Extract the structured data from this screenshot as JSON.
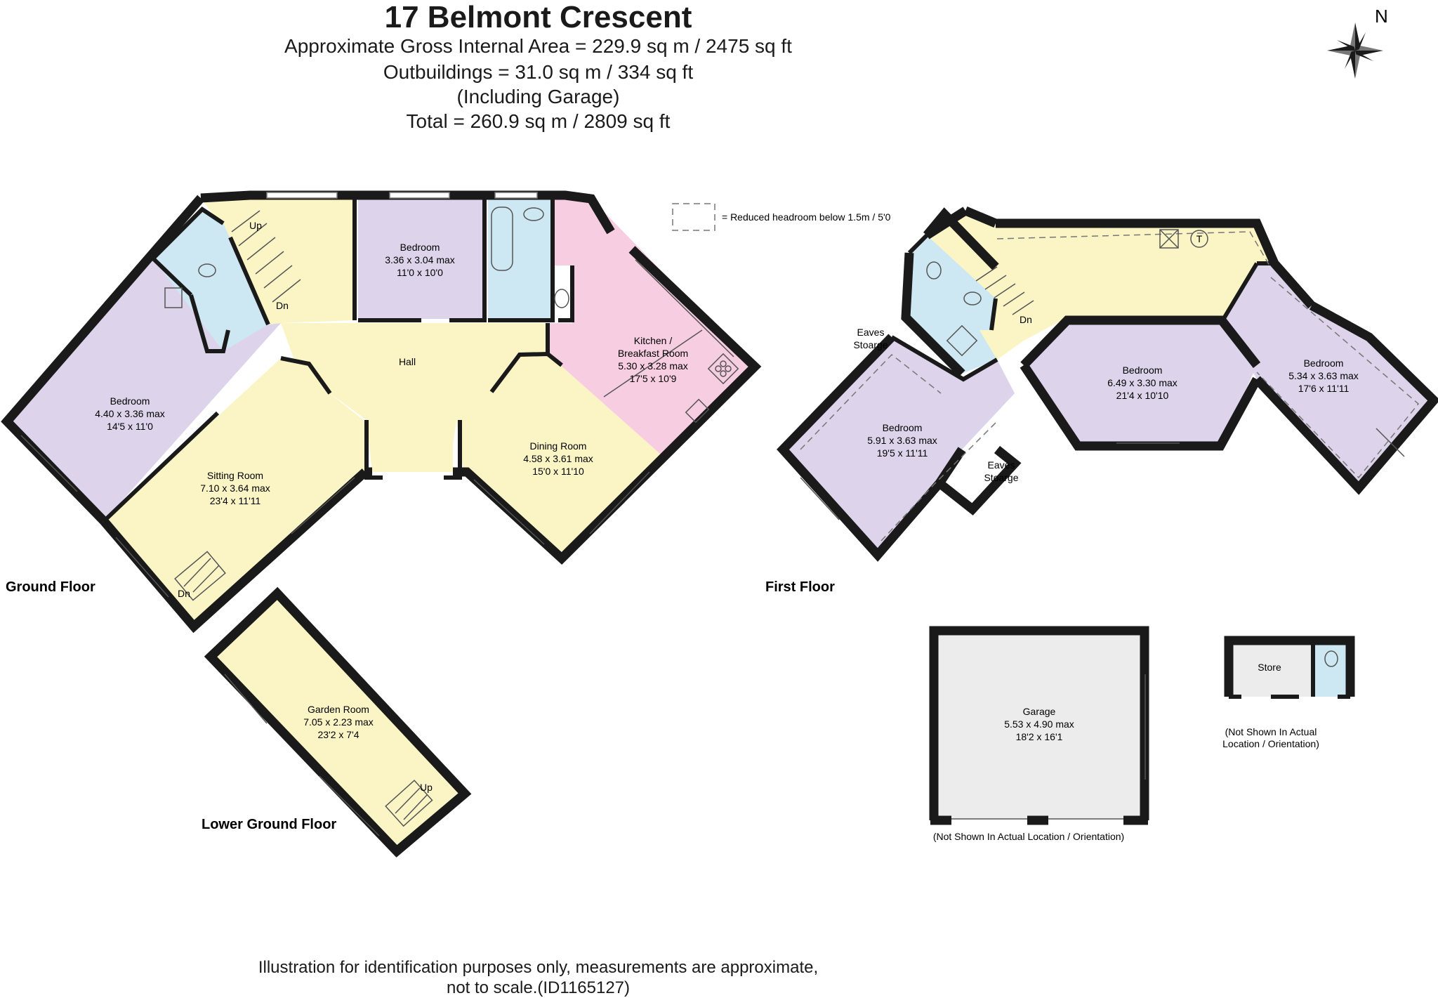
{
  "header": {
    "title": "17 Belmont Crescent",
    "line1": "Approximate Gross Internal Area = 229.9 sq m / 2475 sq ft",
    "line2": "Outbuildings = 31.0 sq m / 334 sq ft",
    "line3": "(Including Garage)",
    "line4": "Total = 260.9 sq m / 2809 sq ft"
  },
  "compass": {
    "north": "N"
  },
  "legend": {
    "text": "= Reduced headroom below 1.5m / 5'0"
  },
  "floors": {
    "ground": "Ground Floor",
    "first": "First Floor",
    "lower": "Lower Ground Floor"
  },
  "rooms": {
    "bedroom_gf_top": {
      "name": "Bedroom",
      "metric": "3.36 x 3.04 max",
      "imperial": "11'0 x 10'0"
    },
    "kitchen": {
      "name": "Kitchen /",
      "name2": "Breakfast Room",
      "metric": "5.30 x 3.28 max",
      "imperial": "17'5 x 10'9"
    },
    "hall": {
      "name": "Hall"
    },
    "bedroom_gf_left": {
      "name": "Bedroom",
      "metric": "4.40 x 3.36 max",
      "imperial": "14'5 x 11'0"
    },
    "sitting": {
      "name": "Sitting Room",
      "metric": "7.10 x 3.64 max",
      "imperial": "23'4 x 11'11"
    },
    "dining": {
      "name": "Dining Room",
      "metric": "4.58 x 3.61 max",
      "imperial": "15'0 x 11'10"
    },
    "garden": {
      "name": "Garden Room",
      "metric": "7.05 x 2.23 max",
      "imperial": "23'2 x 7'4"
    },
    "ff_bed_left": {
      "name": "Bedroom",
      "metric": "5.91 x 3.63 max",
      "imperial": "19'5 x 11'11"
    },
    "ff_bed_mid": {
      "name": "Bedroom",
      "metric": "6.49 x 3.30 max",
      "imperial": "21'4 x 10'10"
    },
    "ff_bed_right": {
      "name": "Bedroom",
      "metric": "5.34 x 3.63 max",
      "imperial": "17'6 x 11'11"
    },
    "garage": {
      "name": "Garage",
      "metric": "5.53 x 4.90 max",
      "imperial": "18'2 x 16'1"
    },
    "store": {
      "name": "Store"
    }
  },
  "labels": {
    "up": "Up",
    "dn": "Dn",
    "eaves1": "Eaves",
    "eaves1b": "Stoarge",
    "eaves2": "Eaves",
    "eaves2b": "Stoarge",
    "tank": "T",
    "garage_note": "(Not Shown In Actual Location / Orientation)",
    "store_note1": "(Not Shown In Actual",
    "store_note2": "Location / Orientation)"
  },
  "colors": {
    "wall": "#1a1a1a",
    "bedroom": "#ddd3ea",
    "yellow": "#fbf5c6",
    "bath": "#cde8f2",
    "kitchen": "#f7cde2",
    "garage": "#ececec"
  },
  "footer": {
    "line1": "Illustration for identification purposes only, measurements are approximate,",
    "line2": "not to scale.(ID1165127)"
  }
}
